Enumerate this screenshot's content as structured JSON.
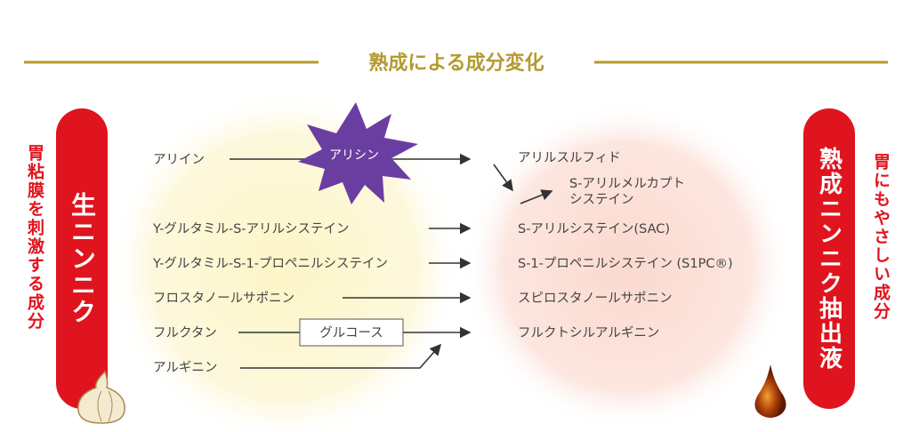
{
  "title": "熟成による成分変化",
  "left": {
    "pill": "生ニンニク",
    "side": "胃粘膜を刺激する成分"
  },
  "right": {
    "pill": "熟成ニンニク抽出液",
    "side": "胃にもやさしい成分"
  },
  "burst": "アリシン",
  "glucose_box": "グルコース",
  "raw_components": [
    "アリイン",
    "Y-グルタミル-S-アリルシステイン",
    "Y-グルタミル-S-1-プロペニルシステイン",
    "フロスタノールサポニン",
    "フルクタン",
    "アルギニン"
  ],
  "aged_components": [
    "アリルスルフィド",
    "S-アリルメルカプト",
    "システイン",
    "S-アリルシステイン(SAC)",
    "S-1-プロペニルシステイン (S1PC®)",
    "スピロスタノールサポニン",
    "フルクトシルアルギニン"
  ],
  "colors": {
    "gold": "#b49a2e",
    "red": "#e0141e",
    "purple": "#6a3ea1"
  }
}
